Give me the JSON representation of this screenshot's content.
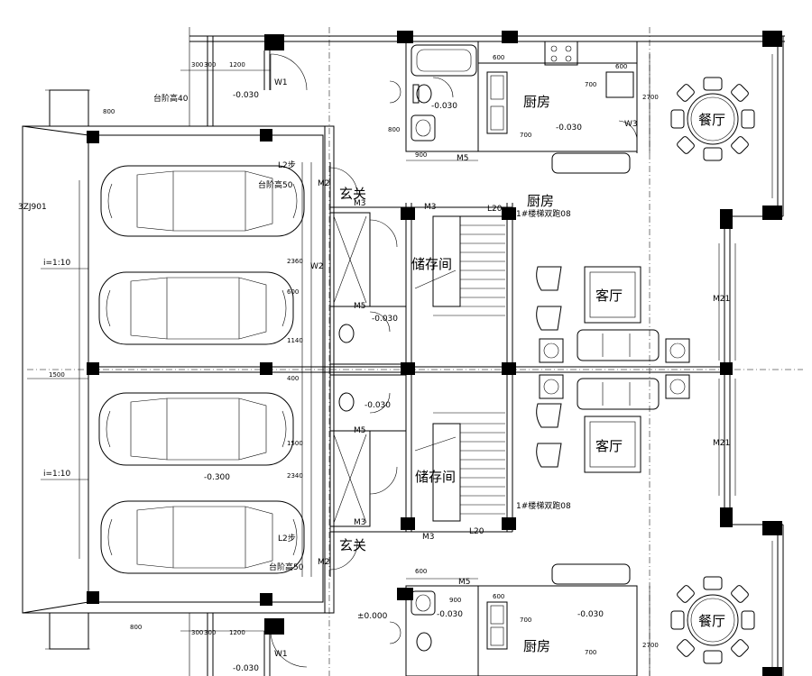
{
  "rooms": {
    "kitchen_top": "厨房",
    "kitchen_bottom": "厨房",
    "dining_top": "餐厅",
    "dining_bottom": "餐厅",
    "entry_top": "玄关",
    "entry_bottom": "玄关",
    "storage_top": "储存间",
    "storage_bottom": "储存间",
    "living_top": "客厅",
    "living_bottom": "客厅",
    "kitchen_mid_partial": "厨房"
  },
  "labels": {
    "sheet_ref": "3ZJ901",
    "slope_top": "i=1:10",
    "slope_bottom": "i=1:10",
    "level_top": "-0.030",
    "level_bottom": "-0.030",
    "level_garage": "-0.300",
    "level_zero": "±0.000",
    "level_bath_top": "-0.030",
    "level_bath_mid_top": "-0.030",
    "level_bath_mid_bottom": "-0.030",
    "level_bath_bottom": "-0.030",
    "level_kitchen_top": "-0.030",
    "level_kitchen_bottom": "-0.030",
    "stair_note_top": "1#楼梯双跑08",
    "stair_note_bottom": "1#楼梯双跑08",
    "stair_mark_top": "L20",
    "stair_mark_bottom": "L20",
    "door_m3_1": "M3",
    "door_m3_2": "M3",
    "door_m3_3": "M3",
    "door_m3_4": "M3",
    "door_m5_1": "M5",
    "door_m5_2": "M5",
    "door_m5_3": "M5",
    "door_m5_4": "M5",
    "door_m2_top": "M2",
    "door_m2_bottom": "M2",
    "win_w1_top": "W1",
    "win_w1_bottom": "W1",
    "win_m21_top": "M21",
    "win_m21_bottom": "M21",
    "win_w2_top": "W2",
    "win_w3_top": "W3",
    "garage_step_top": "L2步",
    "garage_step_bottom": "L2步",
    "garage_note_top": "台阶高50",
    "garage_note_bottom": "台阶高50",
    "garage_note_left": "台阶高40"
  },
  "dims": {
    "d1200_top": "1200",
    "d1200_bottom": "1200",
    "d300a": "300",
    "d300b": "300",
    "d300c": "300",
    "d300d": "300",
    "d800a": "800",
    "d800b": "800",
    "d1500": "1500",
    "d600a": "600",
    "d600b": "600",
    "d600c": "600",
    "d600d": "600",
    "d700a": "700",
    "d700b": "700",
    "d700c": "700",
    "d700d": "700",
    "d2700a": "2700",
    "d2700b": "2700",
    "d900a": "900",
    "d900b": "900",
    "d2360": "2360",
    "d2340": "2340",
    "d1500b": "1500",
    "d600e": "600",
    "d800c": "800",
    "d400": "400",
    "d1140": "1140"
  },
  "colors": {
    "line": "#000000",
    "axis": "#555555",
    "background": "#ffffff"
  },
  "icons": [
    "car-icon",
    "dining-table-icon",
    "armchair-icon",
    "sofa-icon",
    "toilet-icon",
    "bathtub-icon",
    "stove-icon",
    "sink-icon"
  ]
}
